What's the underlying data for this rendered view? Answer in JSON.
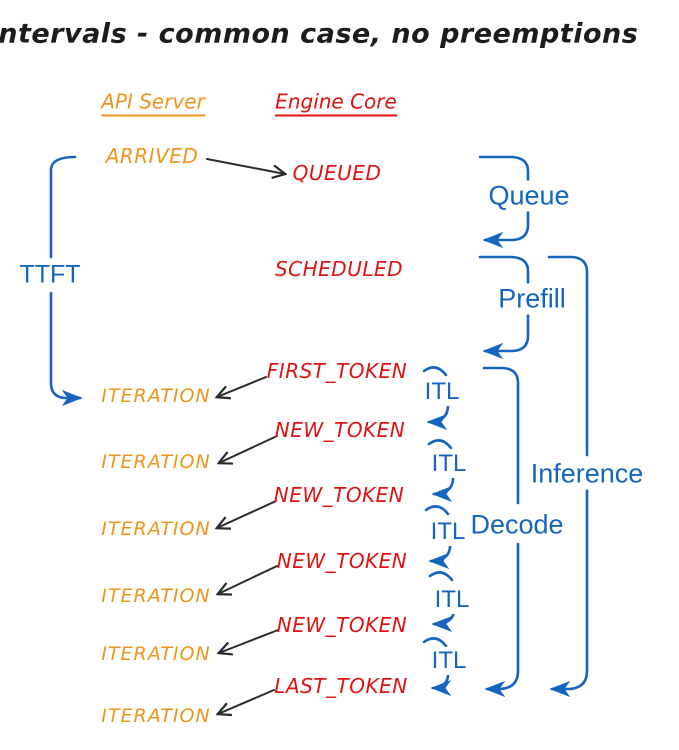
{
  "title": "Intervals - common case, no preemptions",
  "columns": {
    "api_server": "API Server",
    "engine_core": "Engine Core"
  },
  "events": {
    "arrived": "ARRIVED",
    "queued": "QUEUED",
    "scheduled": "SCHEDULED",
    "first_token": "FIRST_TOKEN",
    "new_token": "NEW_TOKEN",
    "last_token": "LAST_TOKEN",
    "iteration": "ITERATION"
  },
  "intervals": {
    "ttft": "TTFT",
    "queue": "Queue",
    "prefill": "Prefill",
    "itl": "ITL",
    "decode": "Decode",
    "inference": "Inference"
  },
  "colors": {
    "api_server": "#F0941D",
    "engine_core": "#E01212",
    "interval": "#1565C0",
    "connector": "#2B2B2B",
    "background": "#FFFFFF"
  }
}
